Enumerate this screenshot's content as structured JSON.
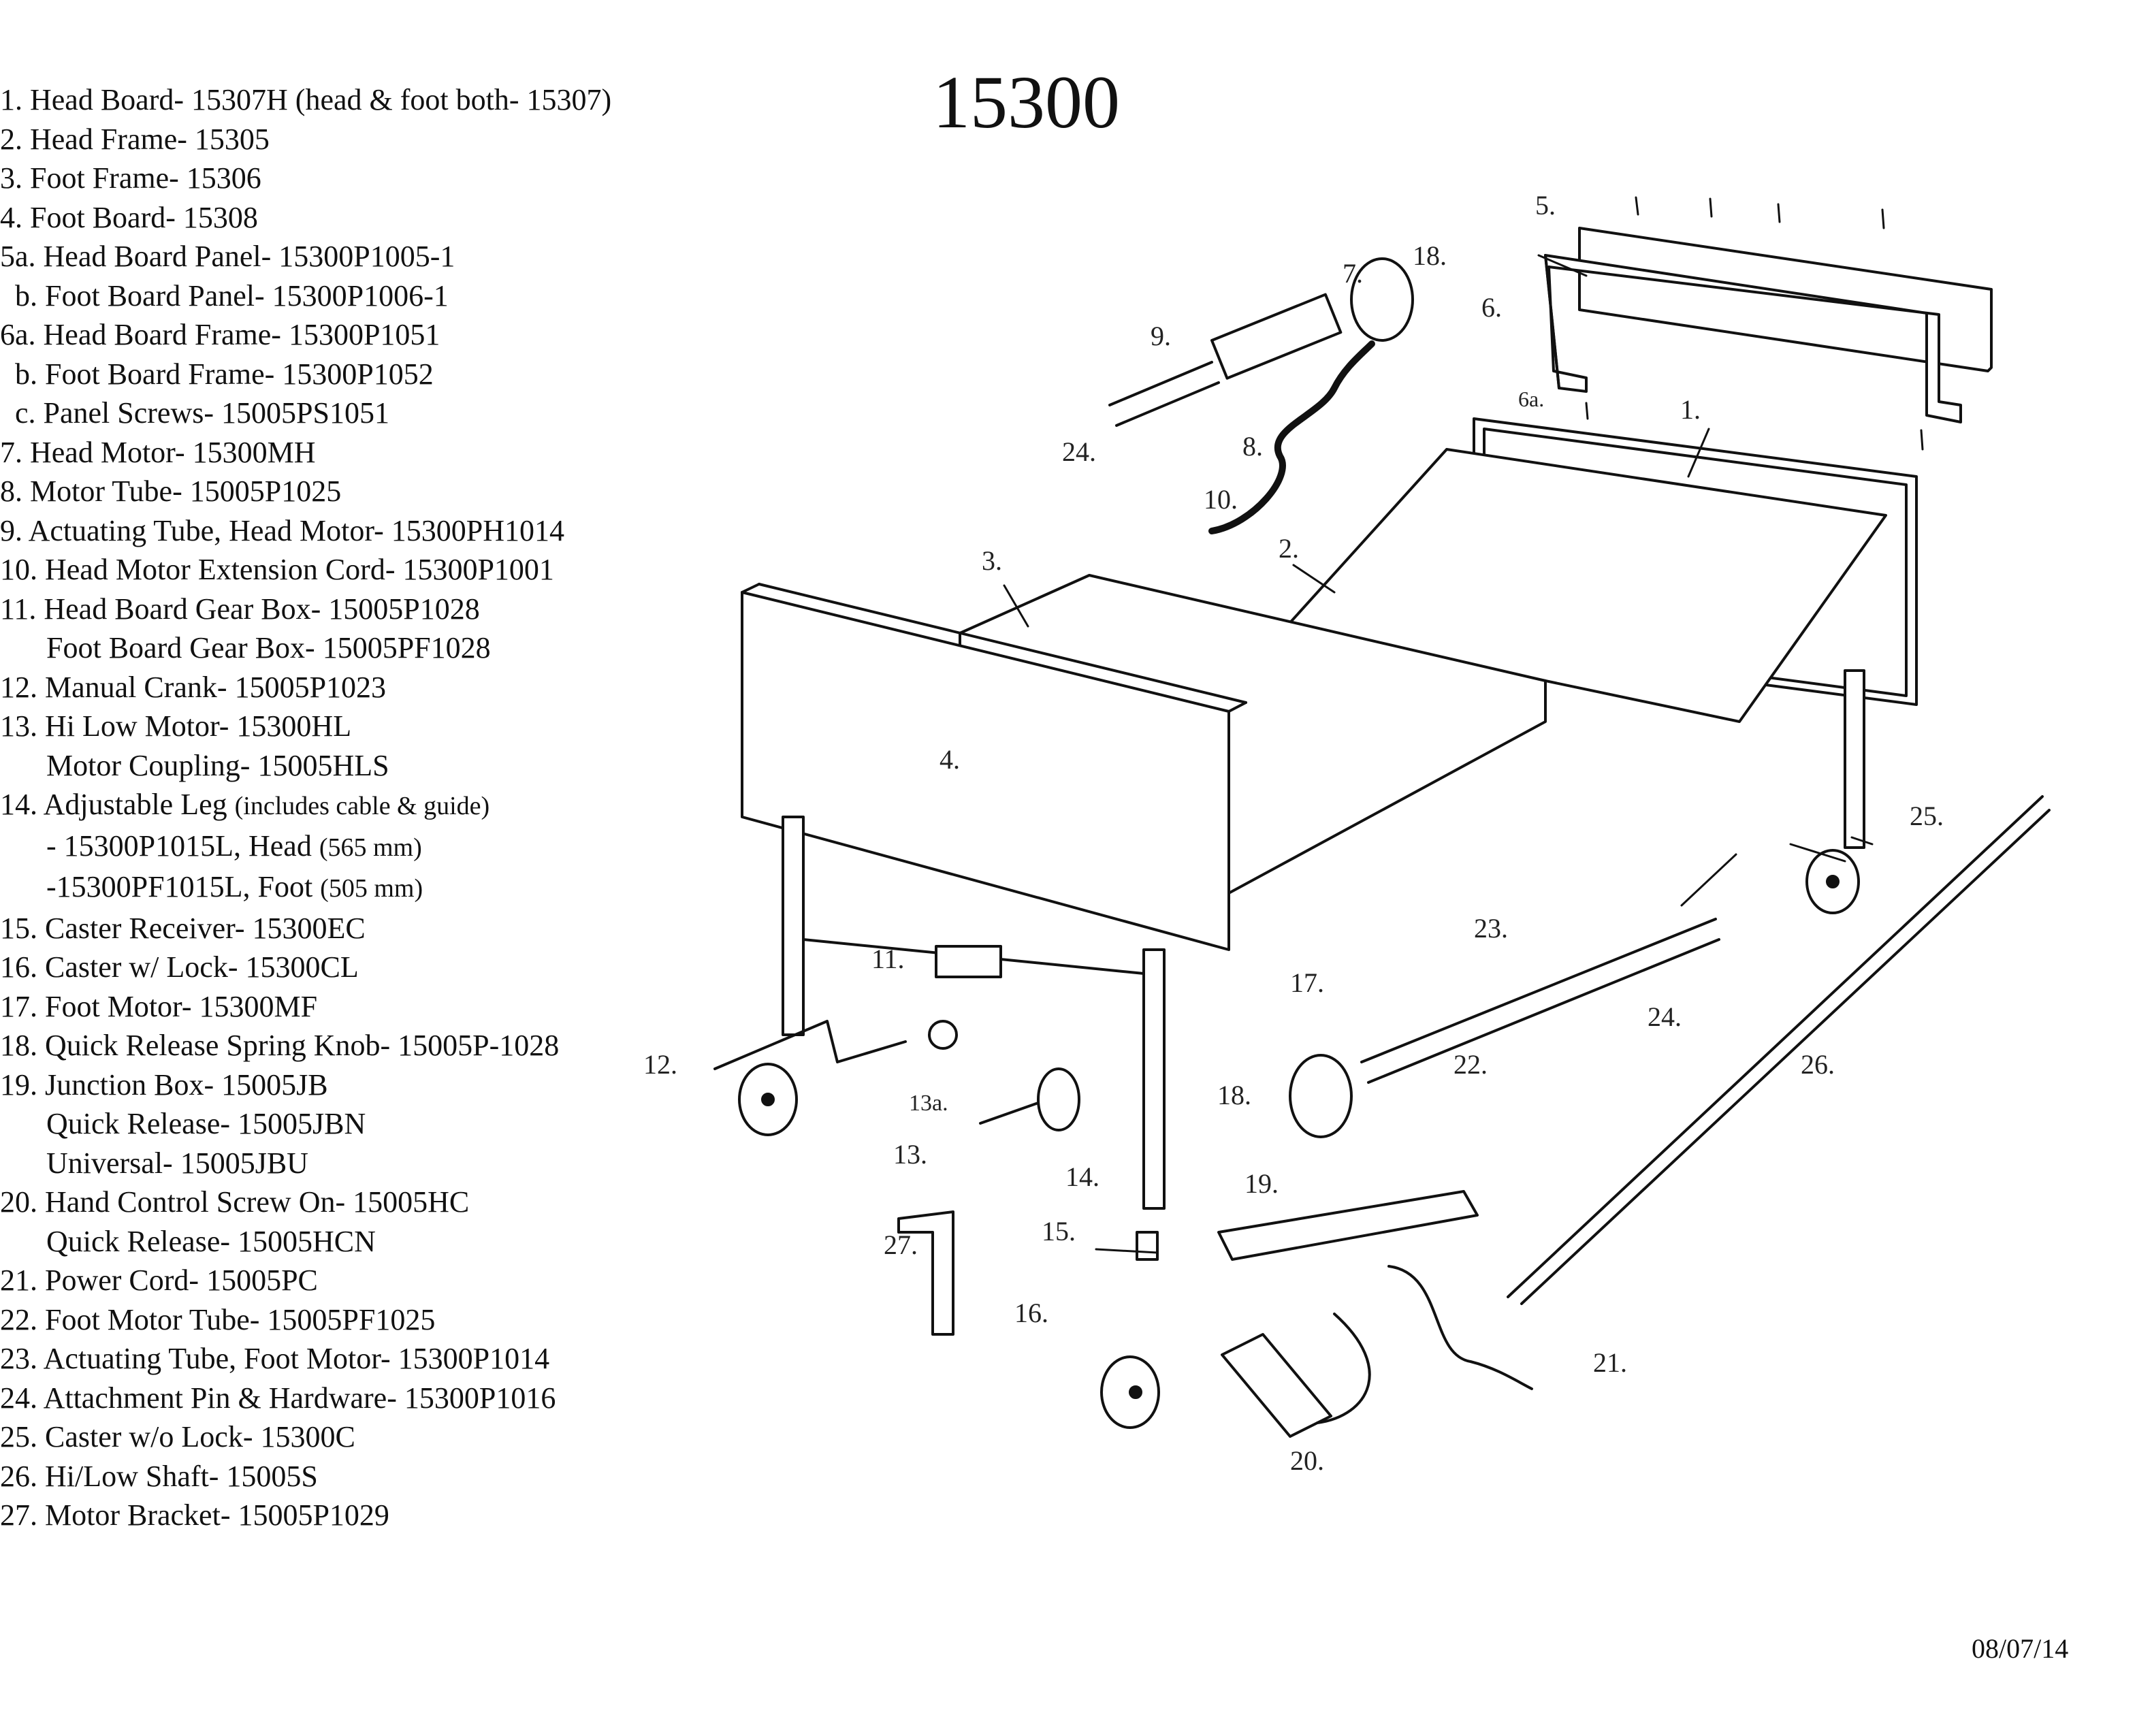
{
  "title": "15300",
  "date": "08/07/14",
  "parts_list": [
    {
      "text": "1. Head Board- 15307H (head & foot both- 15307)"
    },
    {
      "text": "2. Head Frame- 15305"
    },
    {
      "text": "3. Foot Frame- 15306"
    },
    {
      "text": "4. Foot Board- 15308"
    },
    {
      "text": "5a. Head Board Panel- 15300P1005-1"
    },
    {
      "text": "b. Foot Board Panel- 15300P1006-1"
    },
    {
      "text": "6a. Head Board Frame- 15300P1051"
    },
    {
      "text": "b. Foot Board Frame- 15300P1052"
    },
    {
      "text": "c. Panel Screws- 15005PS1051"
    },
    {
      "text": "7. Head Motor- 15300MH"
    },
    {
      "text": "8. Motor Tube- 15005P1025"
    },
    {
      "text": "9. Actuating Tube, Head Motor- 15300PH1014"
    },
    {
      "text": "10. Head Motor Extension Cord- 15300P1001"
    },
    {
      "text": "11. Head Board Gear Box- 15005P1028"
    },
    {
      "text": "Foot Board Gear Box- 15005PF1028"
    },
    {
      "text": "12. Manual Crank- 15005P1023"
    },
    {
      "text": "13. Hi Low Motor-  15300HL"
    },
    {
      "text": "Motor Coupling- 15005HLS"
    },
    {
      "text": "14. Adjustable Leg",
      "note": "(includes cable & guide)"
    },
    {
      "text": "- 15300P1015L, Head",
      "note": "(565 mm)"
    },
    {
      "text": "-15300PF1015L, Foot",
      "note": "(505 mm)"
    },
    {
      "text": "15. Caster Receiver- 15300EC"
    },
    {
      "text": "16. Caster w/ Lock- 15300CL"
    },
    {
      "text": "17. Foot Motor- 15300MF"
    },
    {
      "text": "18. Quick Release Spring Knob- 15005P-1028"
    },
    {
      "text": "19. Junction Box- 15005JB"
    },
    {
      "text": "Quick Release- 15005JBN"
    },
    {
      "text": "Universal- 15005JBU"
    },
    {
      "text": "20. Hand Control Screw On- 15005HC"
    },
    {
      "text": "Quick Release- 15005HCN"
    },
    {
      "text": "21. Power Cord- 15005PC"
    },
    {
      "text": "22. Foot Motor Tube- 15005PF1025"
    },
    {
      "text": "23. Actuating Tube, Foot Motor- 15300P1014"
    },
    {
      "text": "24. Attachment Pin & Hardware- 15300P1016"
    },
    {
      "text": "25. Caster w/o Lock- 15300C"
    },
    {
      "text": "26. Hi/Low Shaft- 15005S"
    },
    {
      "text": "27. Motor Bracket- 15005P1029"
    }
  ],
  "callouts": {
    "c1": "1.",
    "c2": "2.",
    "c3": "3.",
    "c4": "4.",
    "c5": "5.",
    "c6": "6.",
    "c6a": "6a.",
    "c7": "7.",
    "c8": "8.",
    "c9": "9.",
    "c10": "10.",
    "c11": "11.",
    "c12": "12.",
    "c13": "13.",
    "c13a": "13a.",
    "c14": "14.",
    "c15": "15.",
    "c16": "16.",
    "c17": "17.",
    "c18a": "18.",
    "c18b": "18.",
    "c19": "19.",
    "c20": "20.",
    "c21": "21.",
    "c22": "22.",
    "c23": "23.",
    "c24a": "24.",
    "c24b": "24.",
    "c25": "25.",
    "c26": "26.",
    "c27": "27."
  }
}
